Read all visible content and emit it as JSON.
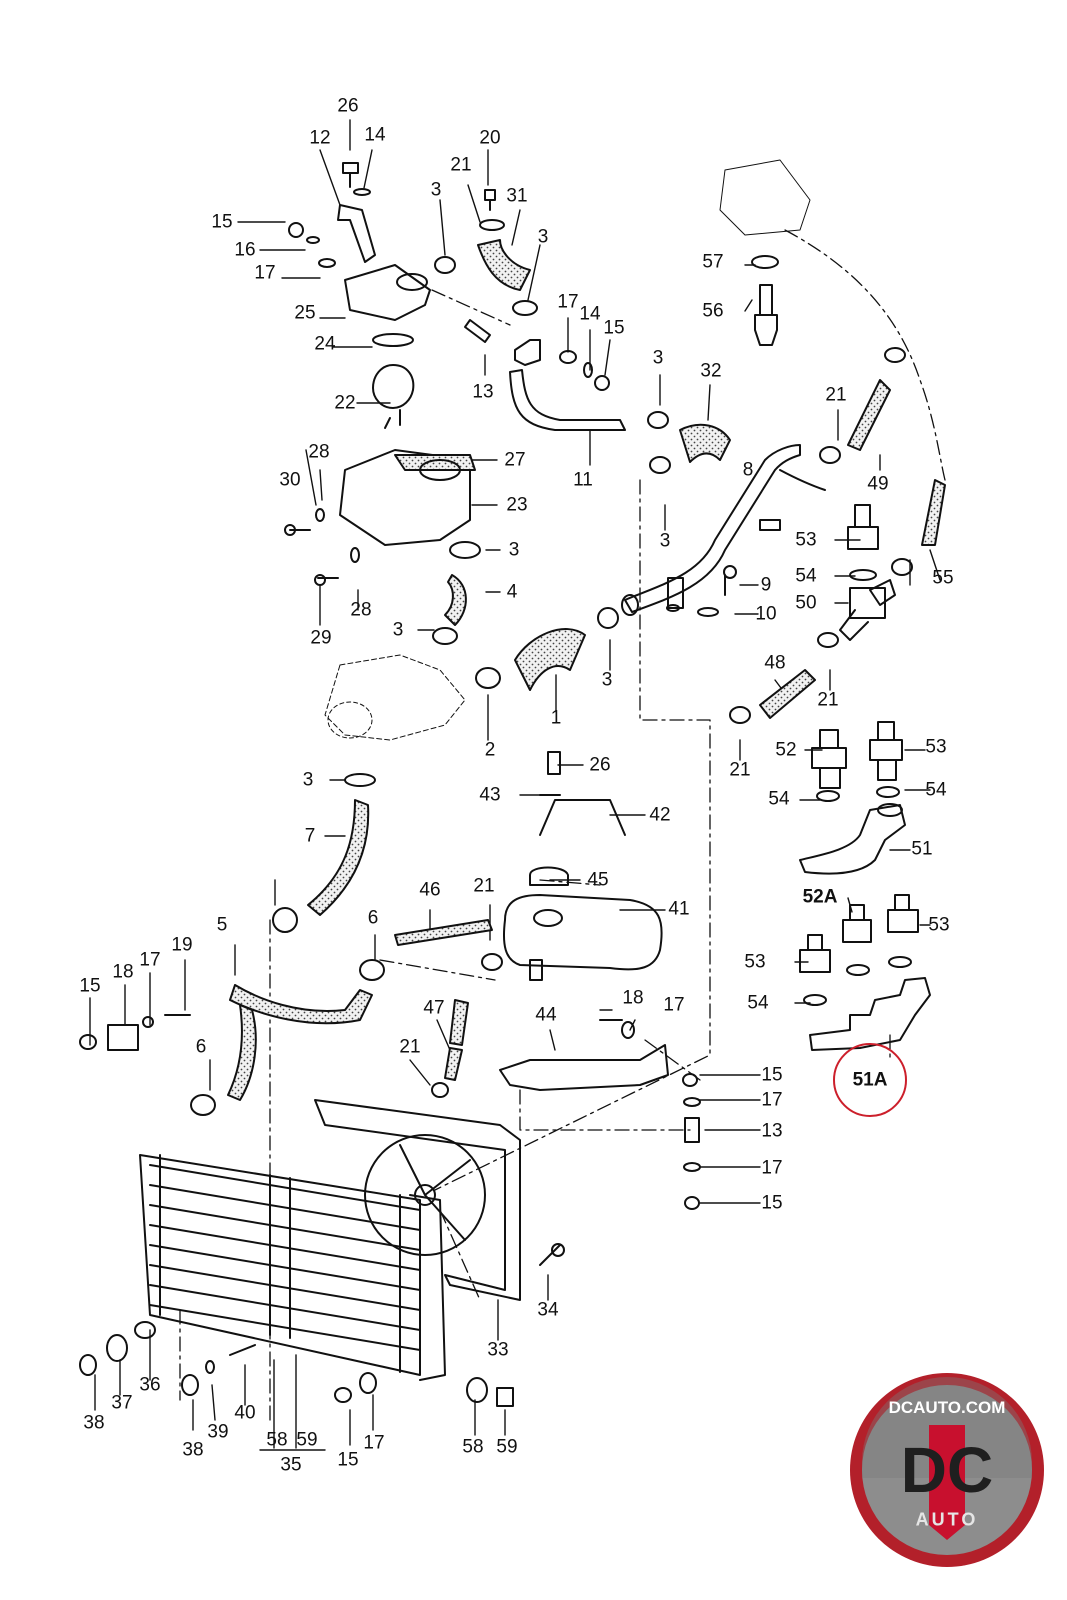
{
  "callouts": [
    "26",
    "12",
    "14",
    "20",
    "21",
    "31",
    "3",
    "3",
    "15",
    "16",
    "17",
    "25",
    "24",
    "22",
    "13",
    "17",
    "14",
    "15",
    "3",
    "32",
    "11",
    "28",
    "27",
    "30",
    "23",
    "3",
    "3",
    "8",
    "53",
    "21",
    "49",
    "55",
    "57",
    "56",
    "4",
    "9",
    "10",
    "29",
    "28",
    "3",
    "3",
    "1",
    "2",
    "48",
    "21",
    "21",
    "54",
    "50",
    "26",
    "43",
    "42",
    "3",
    "7",
    "52",
    "53",
    "54",
    "54",
    "51",
    "45",
    "46",
    "21",
    "41",
    "5",
    "6",
    "52A",
    "53",
    "53",
    "54",
    "19",
    "17",
    "18",
    "15",
    "47",
    "44",
    "6",
    "21",
    "15",
    "17",
    "13",
    "17",
    "15",
    "34",
    "33",
    "36",
    "37",
    "38",
    "38",
    "39",
    "40",
    "15",
    "17",
    "58",
    "59",
    "58",
    "59",
    "35",
    "51A"
  ],
  "logo": {
    "url_text": "DCAUTO.COM",
    "mark_text": "DC",
    "sub_text": "AUTO",
    "colors": {
      "ring": "#b3202a",
      "field": "#8d8d8d",
      "accent": "#c8102e"
    }
  },
  "highlight": {
    "label": "51A",
    "color": "#cc1f2b"
  }
}
